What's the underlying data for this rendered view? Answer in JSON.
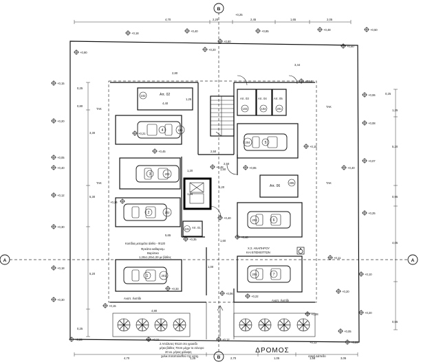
{
  "section_marks": {
    "top": "B",
    "bottom": "B",
    "left": "A",
    "right": "A"
  },
  "road_label": "ΔΡΟΜΟΣ",
  "spaces": [
    {
      "num": "4",
      "code": "105"
    },
    {
      "num": "3",
      "code": "203"
    },
    {
      "num": "2",
      "code": "202"
    },
    {
      "num": "1",
      "code": "201"
    },
    {
      "num": "5",
      "code": "204"
    },
    {
      "num": "6",
      "code": "203"
    },
    {
      "num": "7",
      "code": "205"
    }
  ],
  "storage": [
    {
      "label": "Απ. 02",
      "code": "102"
    },
    {
      "label": "Απ. 03",
      "code": "103"
    },
    {
      "label": "Απ. 04",
      "code": "104"
    },
    {
      "label": "Απ. 05",
      "code": "201"
    },
    {
      "label": "Απ. 06",
      "code": "205"
    },
    {
      "label": "Απ. 01",
      "code": "101"
    }
  ],
  "labels": {
    "disabled_parking": "Χ.Σ. ΑΝΑΠΗΡΟΥ",
    "disabled_parking_2": "ΚΑΙ ΕΠΙΣΚΕΠΤΩΝ",
    "tak_left_1": "TAK",
    "tak_left_2": "TAK",
    "tak_right_1": "TAK",
    "tak_right_2": "TAK",
    "note_left_1": "Κοιτίδια μεταμάτα άλιθα - Φ120",
    "note_left_2": "Φρεάτιο καθαρισμ.",
    "note_left_3": "Βαρύτικο",
    "note_left_4": "1,20x1,20x1,00 με βάθος",
    "note_bottom_1": "2 Απόλυτες Φ110 στο γρασίδι",
    "note_bottom_2": "μήκο βάθος 70cm μέχρι το σύνορο",
    "note_bottom_3": "20 εκ. μήκος κάλυψη",
    "note_bottom_4": "χαλικ.ποταπολιστού της εσοχ.",
    "planter_left": "Αναπ. Ιλιστίδι",
    "planter_right": "Αναπ. Ιλιστίδι",
    "corner_note_1": "+0,12",
    "corner_note_2": "σαφή Δάπεδο"
  },
  "elevations": [
    "+0,18",
    "+0,40",
    "+0,85",
    "+0,48",
    "+0,50",
    "+0,20",
    "+0,90",
    "+0,50",
    "+0,15",
    "+0,84",
    "+0,06",
    "+0,20",
    "+0,08",
    "+0,15",
    "+0,05",
    "+0,45",
    "+0,85",
    "+0,40",
    "+0,07",
    "+0,21",
    "+0,40",
    "+0,12",
    "+0,26",
    "+0,48",
    "+0,25",
    "+0,40",
    "+0,30",
    "+0,18",
    "+0,11",
    "+0,30",
    "+0,10",
    "+0,20",
    "+0,20",
    "+0,23",
    "+0,12",
    "+0,21",
    "+0,05",
    "+0,23",
    "+0,28",
    "+0,48",
    "+0,06",
    "+0,22",
    "+0,35",
    "+0,33",
    "+0,15",
    "+0,80"
  ],
  "dims_top": [
    "4,70",
    "2,20",
    "2,45",
    "1,65",
    "2,05",
    "+0,25"
  ],
  "dims_bottom": [
    "4,70",
    "1,25",
    "2,70",
    "1,05",
    "1,66",
    "3,05"
  ],
  "dims_left": [
    "0,25",
    "0,80",
    "3,30",
    "5,30",
    "5,20",
    "0,25"
  ],
  "dims_right": [
    "0,25",
    "1,25",
    "5,20",
    "0,95",
    "4,05",
    "0,55"
  ],
  "dims_inner": [
    "4,40",
    "1,25",
    "2,50",
    "2,50",
    "2,80",
    "1,50",
    "1,60",
    "1,20",
    "5,65",
    "3,44",
    "4,80",
    "1,20",
    "1,00",
    "1,26"
  ]
}
